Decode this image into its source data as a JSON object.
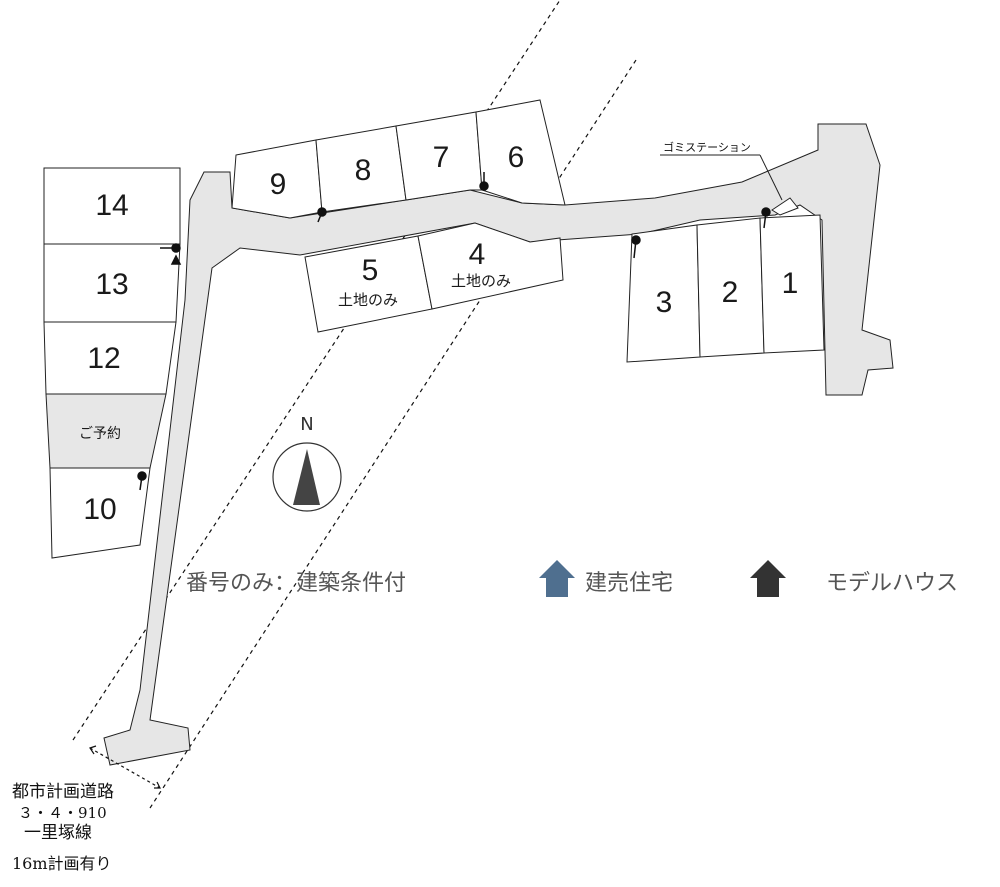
{
  "lots": [
    {
      "id": "1",
      "label": "1"
    },
    {
      "id": "2",
      "label": "2"
    },
    {
      "id": "3",
      "label": "3"
    },
    {
      "id": "4",
      "label": "4",
      "note": "土地のみ"
    },
    {
      "id": "5",
      "label": "5",
      "note": "土地のみ"
    },
    {
      "id": "6",
      "label": "6"
    },
    {
      "id": "7",
      "label": "7"
    },
    {
      "id": "8",
      "label": "8"
    },
    {
      "id": "9",
      "label": "9"
    },
    {
      "id": "10",
      "label": "10"
    },
    {
      "id": "reserved",
      "label": "ご予約",
      "color": "#e7e7e7"
    },
    {
      "id": "12",
      "label": "12"
    },
    {
      "id": "13",
      "label": "13"
    },
    {
      "id": "14",
      "label": "14"
    }
  ],
  "compass": {
    "label": "N"
  },
  "garbage_station": {
    "label": "ゴミステーション"
  },
  "legend": {
    "numbers_only": "番号のみ：建築条件付",
    "ready_built": {
      "label": "建売住宅",
      "color": "#4f6f8f"
    },
    "model_house": {
      "label": "モデルハウス",
      "color": "#333333"
    }
  },
  "road_note": {
    "line1": "都市計画道路",
    "line2": "３・４・910",
    "line3": "一里塚線",
    "line4": "16m計画有り"
  },
  "colors": {
    "road": "#e6e6e6",
    "reserved_lot": "#e7e7e7",
    "lines": "#222222"
  }
}
